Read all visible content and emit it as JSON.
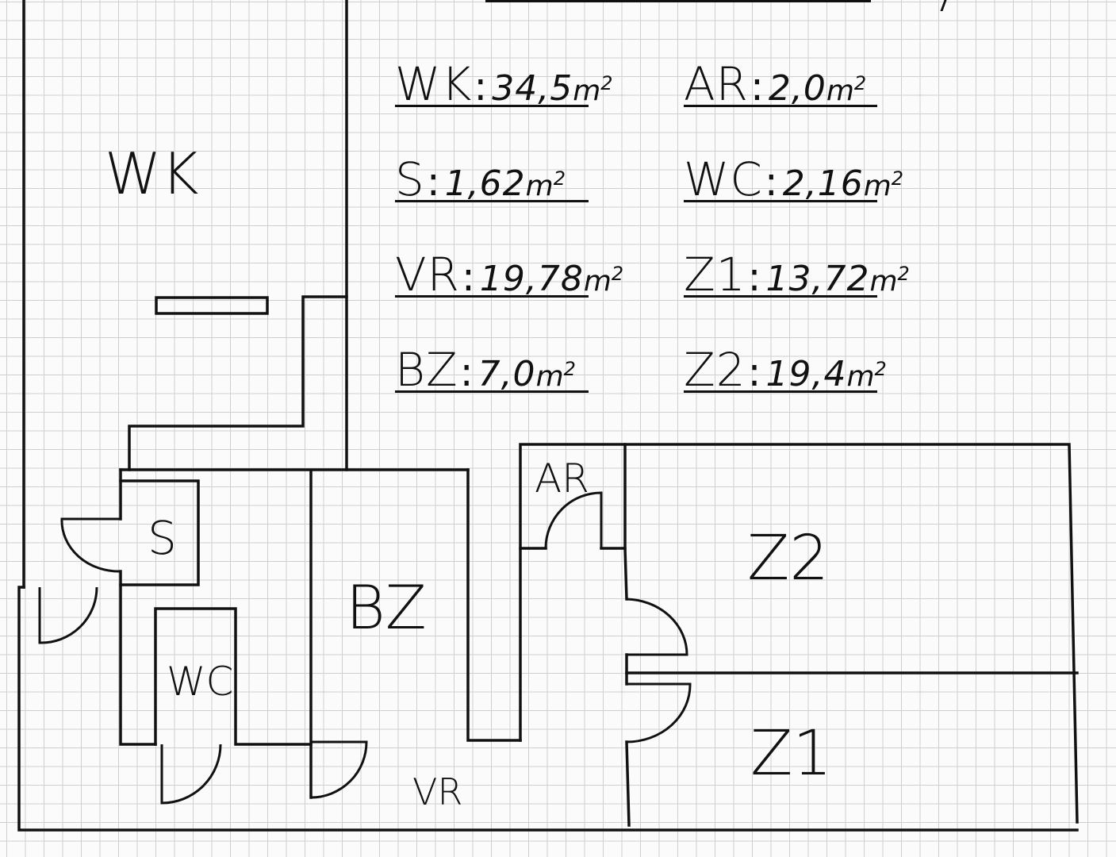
{
  "rooms": {
    "wk": "WK",
    "s": "S",
    "wc": "WC",
    "bz": "BZ",
    "vr": "VR",
    "ar": "AR",
    "z2": "Z2",
    "z1": "Z1"
  },
  "legend": [
    {
      "key": "WK",
      "value": "34,5",
      "unit": "m",
      "power": "2"
    },
    {
      "key": "AR",
      "value": "2,0",
      "unit": "m",
      "power": "2"
    },
    {
      "key": "S",
      "value": "1,62",
      "unit": "m",
      "power": "2"
    },
    {
      "key": "WC",
      "value": "2,16",
      "unit": "m",
      "power": "2"
    },
    {
      "key": "VR",
      "value": "19,78",
      "unit": "m",
      "power": "2"
    },
    {
      "key": "Z1",
      "value": "13,72",
      "unit": "m",
      "power": "2"
    },
    {
      "key": "BZ",
      "value": "7,0",
      "unit": "m",
      "power": "2"
    },
    {
      "key": "Z2",
      "value": "19,4",
      "unit": "m",
      "power": "2"
    }
  ],
  "separator": ":"
}
